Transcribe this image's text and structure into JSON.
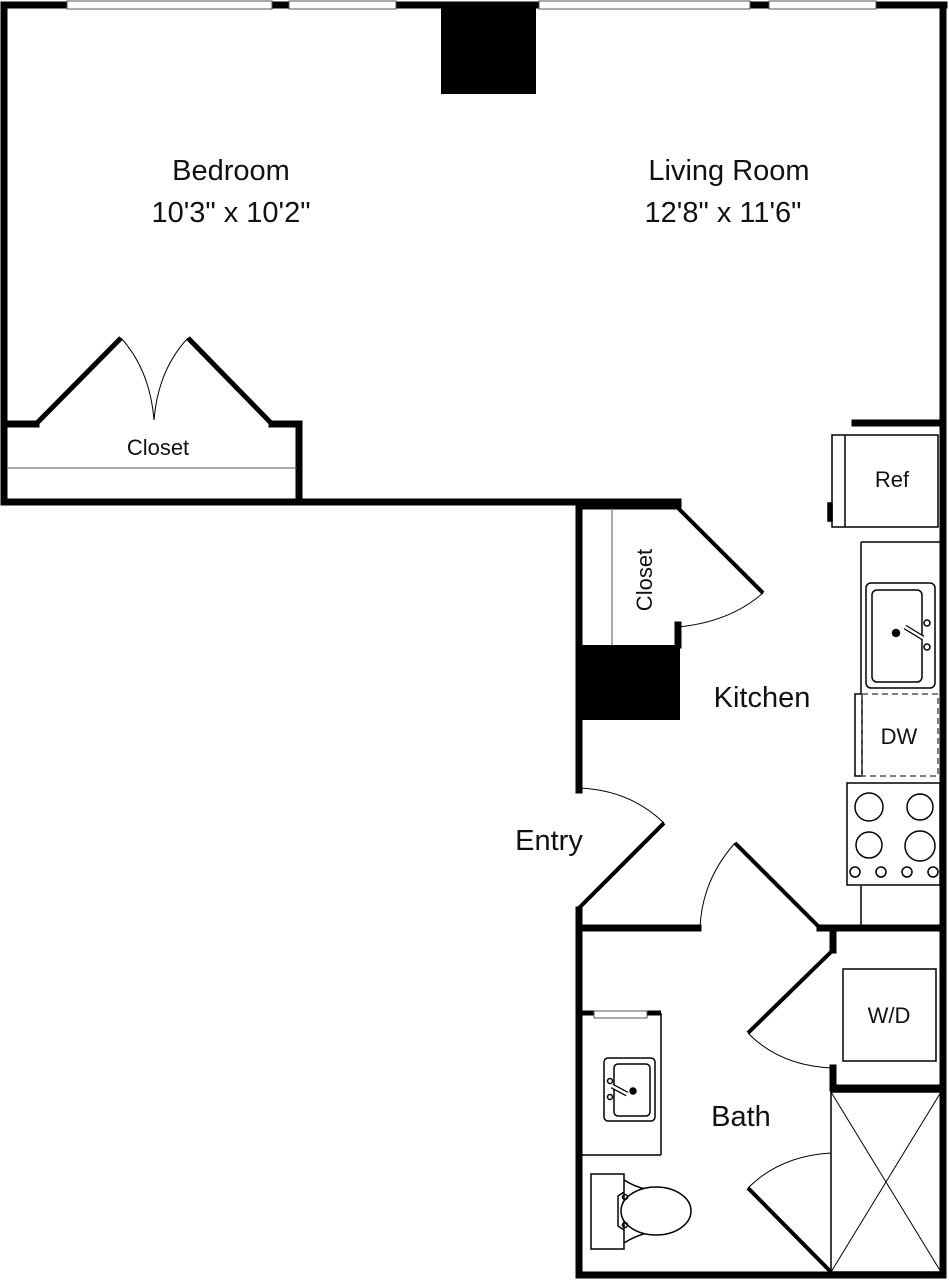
{
  "plan": {
    "rooms": {
      "bedroom": {
        "name": "Bedroom",
        "dims": "10'3\" x 10'2\""
      },
      "living": {
        "name": "Living Room",
        "dims": "12'8\" x 11'6\""
      },
      "kitchen": {
        "name": "Kitchen"
      },
      "entry": {
        "name": "Entry"
      },
      "bath": {
        "name": "Bath"
      }
    },
    "closets": {
      "bedroom_closet": "Closet",
      "entry_closet": "Closet"
    },
    "fixtures": {
      "refrigerator": "Ref",
      "dishwasher": "DW",
      "washer_dryer": "W/D"
    },
    "colors": {
      "wall": "#000000",
      "background": "#ffffff",
      "window": "#ffffff"
    }
  }
}
